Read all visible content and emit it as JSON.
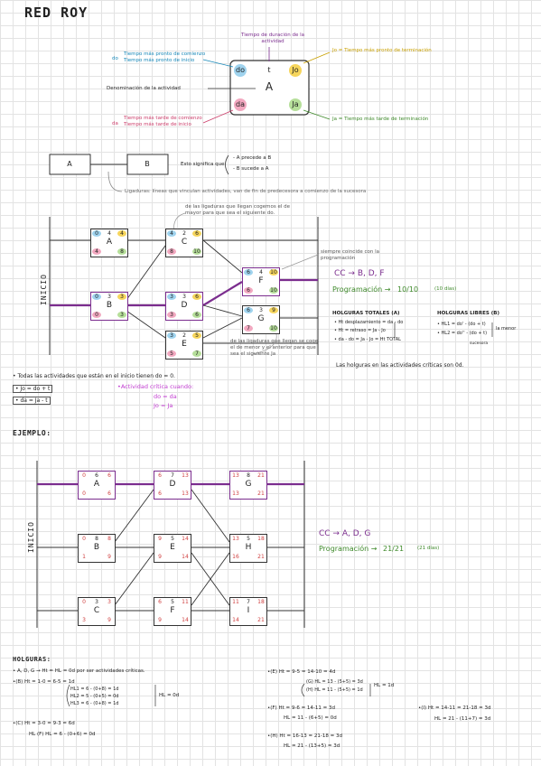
{
  "title": "RED ROY",
  "legend": {
    "top_label": "Tiempo de duración de la actividad",
    "left_top_a": "Tiempo más pronto de comienzo",
    "left_top_b": "Tiempo más pronto de inicio",
    "left_top_prefix": "do",
    "right_top": "Jo = Tiempo más pronto de terminación",
    "left_mid": "Denominación de la actividad",
    "left_bot_a": "Tiempo más tarde de comienzo",
    "left_bot_b": "Tiempo más tarde de inicio",
    "left_bot_prefix": "da",
    "right_bot": "Ja = Tiempo más tarde de terminación",
    "cells": {
      "do": "do",
      "t": "t",
      "jo": "Jo",
      "center": "A",
      "da": "da",
      "ja": "Ja"
    }
  },
  "example_top": {
    "box_a": "A",
    "box_b": "B",
    "rel_prefix": "Esto significa que",
    "rel_1": "- A precede a B",
    "rel_2": "- B sucede a A",
    "note": "Ligaduras: líneas que vinculan actividades, van de fin de predecesora a comienzo de la sucesora"
  },
  "net1": {
    "inicio": "INICIO",
    "nodes": [
      {
        "name": "A",
        "do": "0",
        "t": "4",
        "jo": "4",
        "da": "4",
        "ja": "8"
      },
      {
        "name": "B",
        "do": "0",
        "t": "3",
        "jo": "3",
        "da": "0",
        "ja": "3"
      },
      {
        "name": "C",
        "do": "4",
        "t": "2",
        "jo": "6",
        "da": "8",
        "ja": "10"
      },
      {
        "name": "D",
        "do": "3",
        "t": "3",
        "jo": "6",
        "da": "3",
        "ja": "6"
      },
      {
        "name": "E",
        "do": "3",
        "t": "2",
        "jo": "5",
        "da": "5",
        "ja": "7"
      },
      {
        "name": "F",
        "do": "6",
        "t": "4",
        "jo": "10",
        "da": "6",
        "ja": "10"
      },
      {
        "name": "G",
        "do": "6",
        "t": "3",
        "jo": "9",
        "da": "7",
        "ja": "10"
      }
    ],
    "note_top": "de las ligaduras que llegan cogemos el de mayor para que sea el siguiente do.",
    "note_right": "siempre coincide con la programación",
    "note_bottom": "de las ligaduras que llegan se coge el de menor y el anterior para que sea el siguiente Ja",
    "cc": "CC → B, D, F",
    "prog_label": "Programación →",
    "prog_val": "10/10",
    "prog_days": "(10 días)",
    "ht_title": "HOLGURAS TOTALES (A)",
    "ht_1": "• Ht desplazamiento = da - do",
    "ht_2": "• Ht = retraso = Ja - Jo",
    "ht_3": "• da - do = Ja - Jo = Ht TOTAL",
    "hl_title": "HOLGURAS LIBRES (B)",
    "hl_1": "• HL1 = do' - (do + t)",
    "hl_2": "• HL2 = do'' - (do + t)",
    "hl_3": "la menor",
    "hl_4": "sucesora",
    "crit_note": "Las holguras en las actividades críticas son 0d.",
    "rule_1": "• Todas las actividades que están en el inicio tienen do = 0.",
    "rule_2": "• Jo = do + t",
    "rule_3": "• da = Ja - t",
    "crit_title": "•Actividad crítica cuando:",
    "crit_1": "do = da",
    "crit_2": "Jo = Ja"
  },
  "ejemplo": {
    "heading": "EJEMPLO:",
    "inicio": "INICIO",
    "nodes": [
      {
        "name": "A",
        "do": "0",
        "t": "6",
        "jo": "6",
        "da": "0",
        "ja": "6"
      },
      {
        "name": "B",
        "do": "0",
        "t": "8",
        "jo": "8",
        "da": "1",
        "ja": "9"
      },
      {
        "name": "C",
        "do": "0",
        "t": "3",
        "jo": "3",
        "da": "3",
        "ja": "9"
      },
      {
        "name": "D",
        "do": "6",
        "t": "7",
        "jo": "13",
        "da": "6",
        "ja": "13"
      },
      {
        "name": "E",
        "do": "9",
        "t": "5",
        "jo": "14",
        "da": "9",
        "ja": "14"
      },
      {
        "name": "F",
        "do": "6",
        "t": "5",
        "jo": "11",
        "da": "9",
        "ja": "14"
      },
      {
        "name": "G",
        "do": "13",
        "t": "8",
        "jo": "21",
        "da": "13",
        "ja": "21"
      },
      {
        "name": "H",
        "do": "13",
        "t": "5",
        "jo": "18",
        "da": "16",
        "ja": "21"
      },
      {
        "name": "I",
        "do": "11",
        "t": "7",
        "jo": "18",
        "da": "14",
        "ja": "21"
      }
    ],
    "cc": "CC → A, D, G",
    "prog_label": "Programación →",
    "prog_val": "21/21",
    "prog_days": "(21 días)"
  },
  "holguras": {
    "heading": "HOLGURAS:",
    "adg": "• A, D, G → Ht = HL = 0d por ser actividades críticas.",
    "b1": "•(B) Ht = 1-0 = 6-5 = 1d",
    "b2": "HL1 = 6 - (0+8) = 1d",
    "b3": "HL2 = 5 - (0+5) = 0d",
    "b4": "HL3 = 6 - (0+8) = 1d",
    "b5": "HL = 0d",
    "c1": "•(C) Ht = 3-0 = 9-3 = 6d",
    "c2": "HL (F) HL = 6 - (0+6) = 0d",
    "e1": "•(E) Ht = 9-5 = 14-10 = 4d",
    "e2": "(G) HL = 13 - (5+5) = 3d",
    "e3": "(H) HL = 11 - (5+5) = 1d",
    "e4": "HL = 1d",
    "f1": "•(F) Ht = 9-6 = 14-11 = 3d",
    "f2": "HL = 11 - (6+5) = 0d",
    "h1": "•(H) Ht = 16-13 = 21-18 = 3d",
    "h2": "HL = 21 - (13+5) = 3d",
    "i1": "•(I) Ht = 14-11 = 21-18 = 3d",
    "i2": "HL = 21 - (11+7) = 3d"
  }
}
